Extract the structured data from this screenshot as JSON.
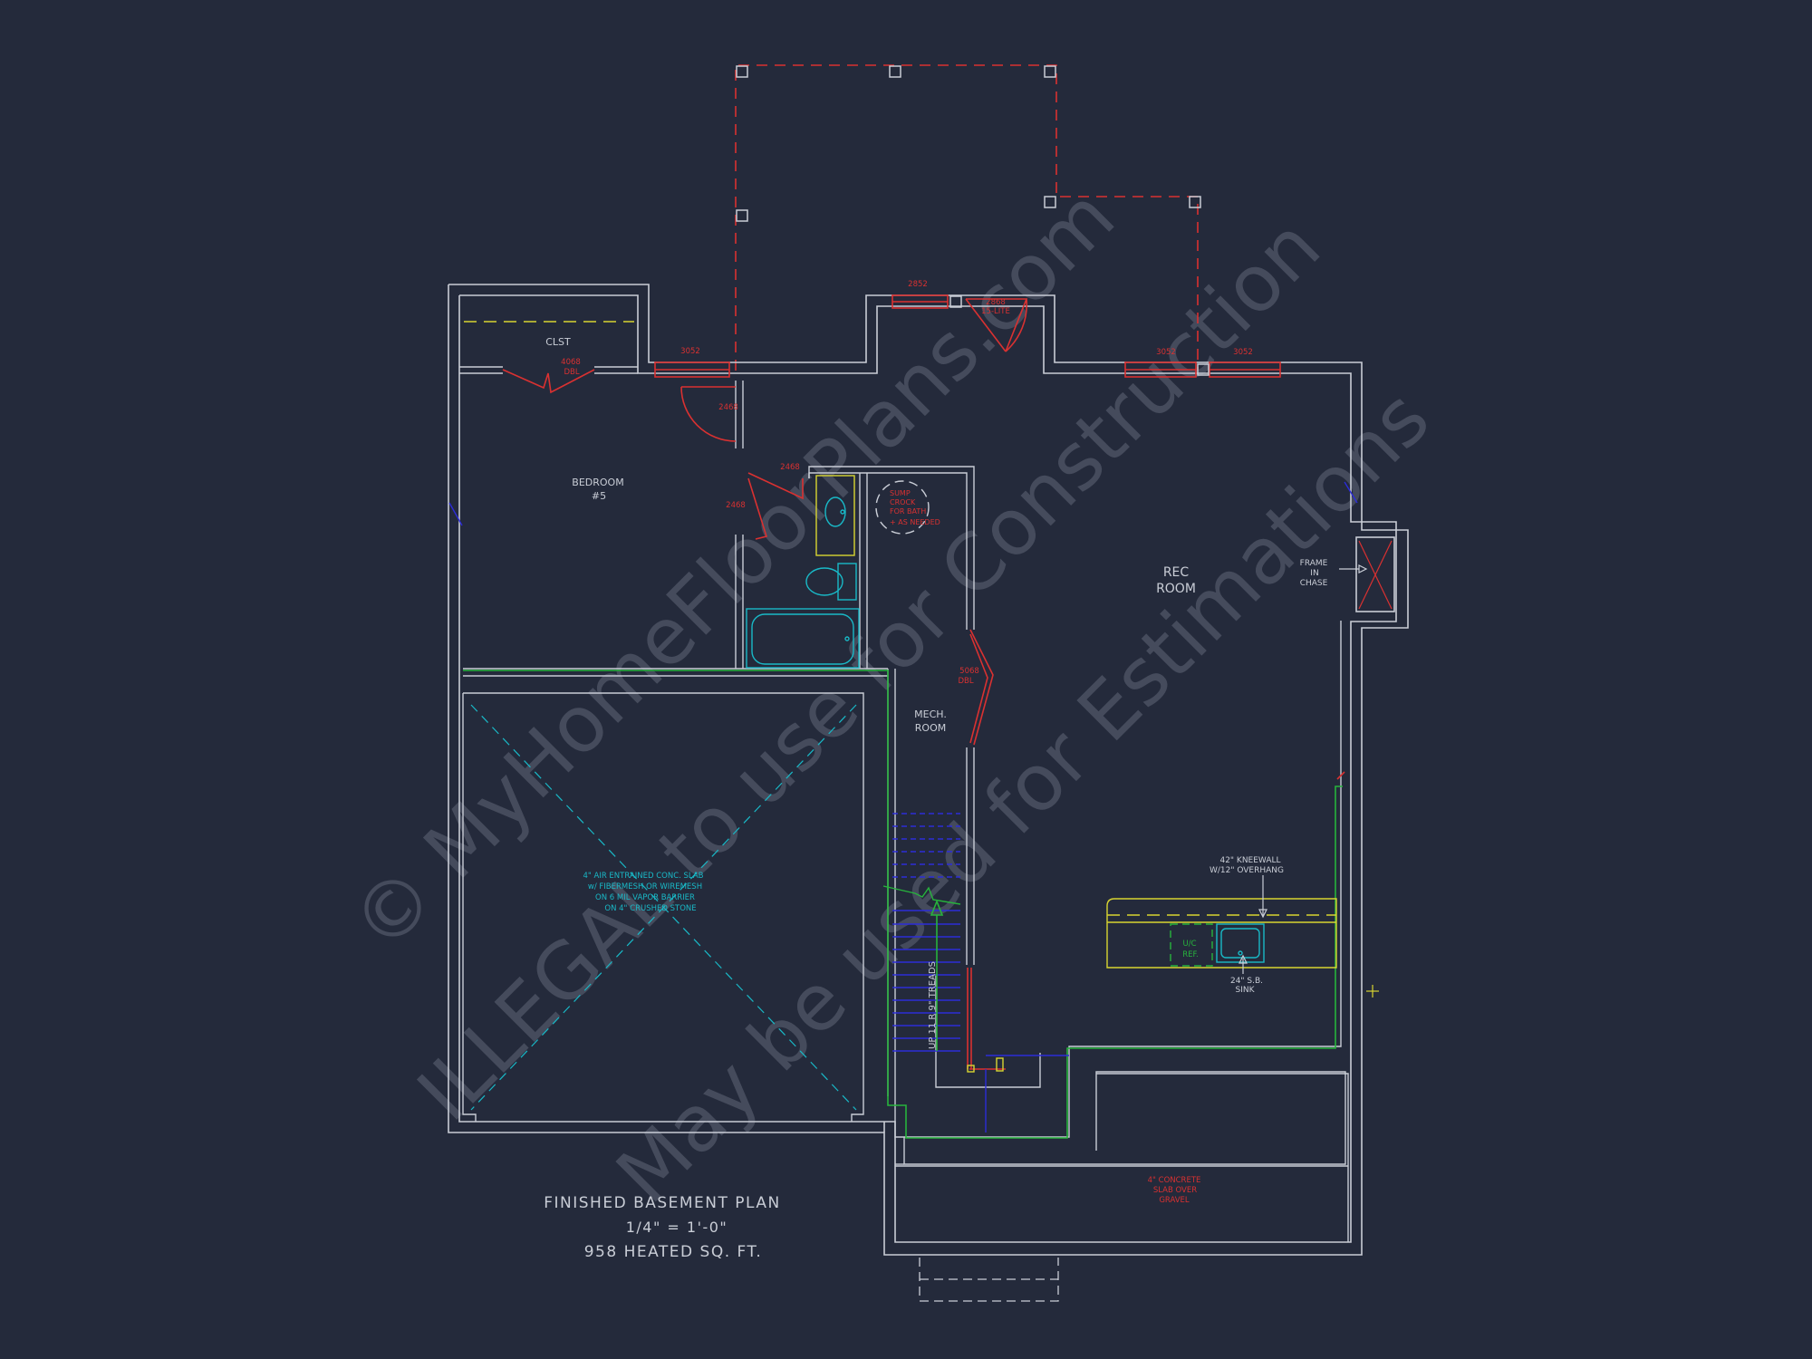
{
  "colors": {
    "background": "#242a3b",
    "wall": "#c9cdd6",
    "opening": "#d93131",
    "stair_line": "#2c2cd8",
    "plumbing": "#19b9c7",
    "green_line": "#27b33c",
    "counter": "#d8d531",
    "watermark": "#8d93a3"
  },
  "plan": {
    "title": "FINISHED BASEMENT PLAN",
    "scale": "1/4\" = 1'-0\"",
    "area": "958 HEATED SQ. FT."
  },
  "rooms": {
    "closet": "CLST",
    "bedroom_line1": "BEDROOM",
    "bedroom_line2": "#5",
    "rec_line1": "REC",
    "rec_line2": "ROOM",
    "mech_line1": "MECH.",
    "mech_line2": "ROOM"
  },
  "notes": {
    "frame_chase": [
      "FRAME",
      "IN",
      "CHASE"
    ],
    "kneewall": [
      "42\" KNEEWALL",
      "W/12\" OVERHANG"
    ],
    "sink": [
      "24\" S.B.",
      "SINK"
    ],
    "fridge": [
      "U/C",
      "REF."
    ],
    "sump": [
      "SUMP",
      "CROCK",
      "FOR BATH",
      "+ AS NEEDED"
    ],
    "slab_unfinished": [
      "4\" AIR ENTRAINED CONC. SLAB",
      "w/ FIBERMESH OR WIREMESH",
      "ON 6 MIL VAPOR BARRIER",
      "ON 4\" CRUSHED STONE"
    ],
    "slab_gravel": [
      "4\" CONCRETE",
      "SLAB OVER",
      "GRAVEL"
    ],
    "stairs": "UP 11 R   9\" TREADS"
  },
  "openings": {
    "window_bedroom": "3052",
    "window_top": "2852",
    "door_top_line1": "2868",
    "door_top_line2": "15-LITE",
    "window_rec_left": "3052",
    "window_rec_right": "3052",
    "closet_door_line1": "4068",
    "closet_door_line2": "DBL",
    "bedroom_door": "2468",
    "bath_door_a": "2468",
    "bath_door_b": "2468",
    "mech_door_line1": "5068",
    "mech_door_line2": "DBL"
  },
  "watermark": {
    "line1": "© MyHomeFloorPlans.com",
    "line2": "ILLEGAL to use for Construction",
    "line3": "May be used for Estimations"
  }
}
